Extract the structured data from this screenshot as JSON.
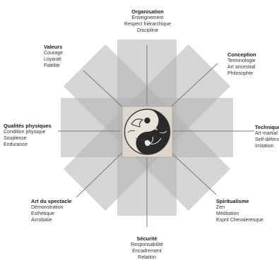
{
  "colors": {
    "star_fill": "#b3b3b3",
    "spoke_color": "#7a7a7a",
    "medallion_bg": "#dcd6cc",
    "yin": "#2a2a2a",
    "yang": "#e8e4dc"
  },
  "center": {
    "icon": "yin-yang-dragon-medallion"
  },
  "labels": {
    "organisation": {
      "title": "Organisation",
      "items": [
        "Enseignement",
        "Respect hiérarchique",
        "Discipline"
      ]
    },
    "conception": {
      "title": "Conception",
      "items": [
        "Terminologie",
        "Art ancestral",
        "Philosophie"
      ]
    },
    "technique": {
      "title": "Technique",
      "items": [
        "Art martial",
        "Self-défense",
        "Imitation"
      ]
    },
    "spiritualisme": {
      "title": "Spiritualisme",
      "items": [
        "Zen",
        "Méditation",
        "Esprit Chevaleresque"
      ]
    },
    "securite": {
      "title": "Sécurité",
      "items": [
        "Responsabilité",
        "Encadrement",
        "Relation"
      ]
    },
    "art_spectacle": {
      "title": "Art du spectacle",
      "items": [
        "Démonstration",
        "Esthétique",
        "Acrobatie"
      ]
    },
    "qualites": {
      "title": "Qualités physiques",
      "items": [
        "Condition physique",
        "Souplesse",
        "Endurance"
      ]
    },
    "valeurs": {
      "title": "Valeurs",
      "items": [
        "Courage",
        "Loyauté",
        "Fidélité"
      ]
    }
  }
}
